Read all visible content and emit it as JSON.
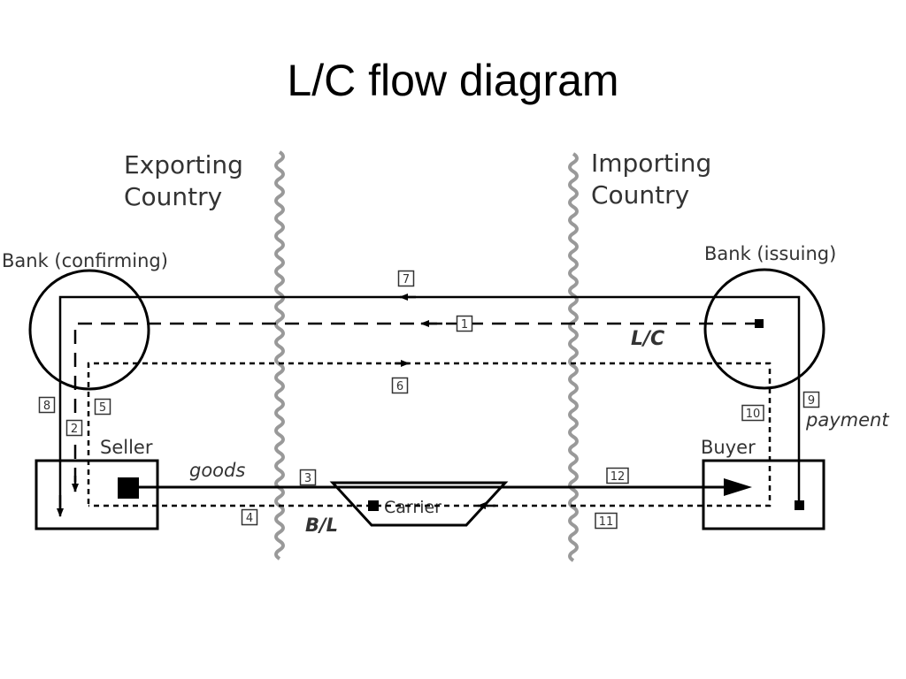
{
  "title": "L/C flow diagram",
  "regions": {
    "exporting": "Exporting\nCountry",
    "importing": "Importing\nCountry"
  },
  "nodes": {
    "bank_confirming": "Bank (confirming)",
    "bank_issuing": "Bank (issuing)",
    "seller": "Seller",
    "buyer": "Buyer",
    "carrier": "Carrier"
  },
  "annotations": {
    "lc": "L/C",
    "goods": "goods",
    "bl": "B/L",
    "payment": "payment"
  },
  "steps": [
    "1",
    "2",
    "3",
    "4",
    "5",
    "6",
    "7",
    "8",
    "9",
    "10",
    "11",
    "12"
  ]
}
